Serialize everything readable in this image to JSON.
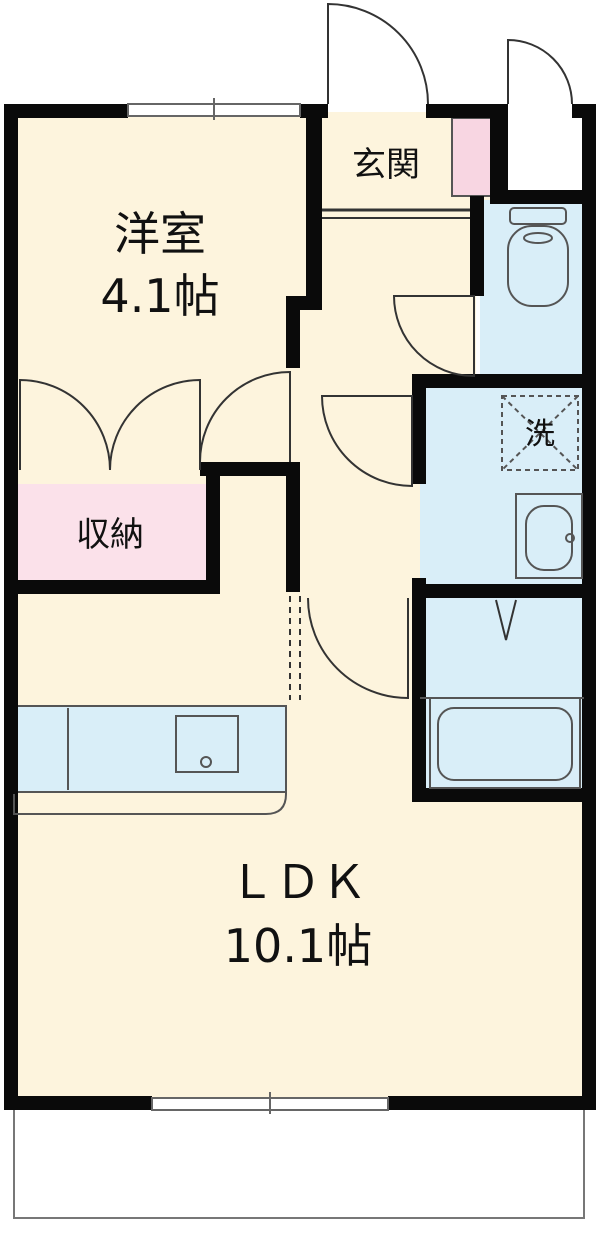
{
  "rooms": {
    "western_room": {
      "name": "洋室",
      "size": "4.1帖"
    },
    "entrance": {
      "name": "玄関"
    },
    "storage": {
      "name": "収納"
    },
    "ldk": {
      "name": "ＬＤＫ",
      "size": "10.1帖"
    },
    "washer": {
      "name": "洗"
    }
  },
  "colors": {
    "wall": "#0a0a0a",
    "floor": "#fdf4dd",
    "wet_area": "#d9eef8",
    "storage": "#fbe1ea",
    "shoe_box": "#f8d6e2",
    "balcony": "#ffffff",
    "fixture_line": "#555555"
  }
}
